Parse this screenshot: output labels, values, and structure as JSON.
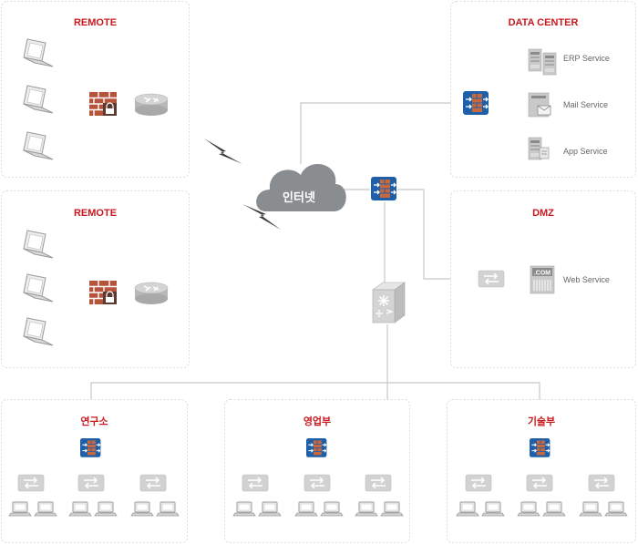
{
  "zones": {
    "remote1": {
      "title": "REMOTE"
    },
    "remote2": {
      "title": "REMOTE"
    },
    "datacenter": {
      "title": "DATA CENTER",
      "services": [
        "ERP Service",
        "Mail  Service",
        "App Service"
      ]
    },
    "dmz": {
      "title": "DMZ",
      "services": [
        "Web Service"
      ],
      "server_badge": ".COM"
    },
    "branch1": {
      "title": "연구소"
    },
    "branch2": {
      "title": "영업부"
    },
    "branch3": {
      "title": "기술부"
    }
  },
  "cloud": {
    "label": "인터넷"
  },
  "icons": {
    "laptop": "laptop-icon",
    "firewall": "firewall-icon",
    "router": "router-icon",
    "switch": "switch-icon",
    "l3_switch": "l3-switch-icon",
    "server": "server-icon",
    "link": "lightning-link-icon",
    "cloud": "cloud-icon",
    "wireless_controller": "wireless-controller-icon"
  },
  "colors": {
    "title_red": "#c8191e",
    "zone_border": "#dcdcdc",
    "line": "#c8c8c8",
    "cloud_fill": "#8a8d90",
    "switch_blue": "#1f5fa8",
    "brick": "#b5543a",
    "device_gray": "#d8d8d8"
  }
}
